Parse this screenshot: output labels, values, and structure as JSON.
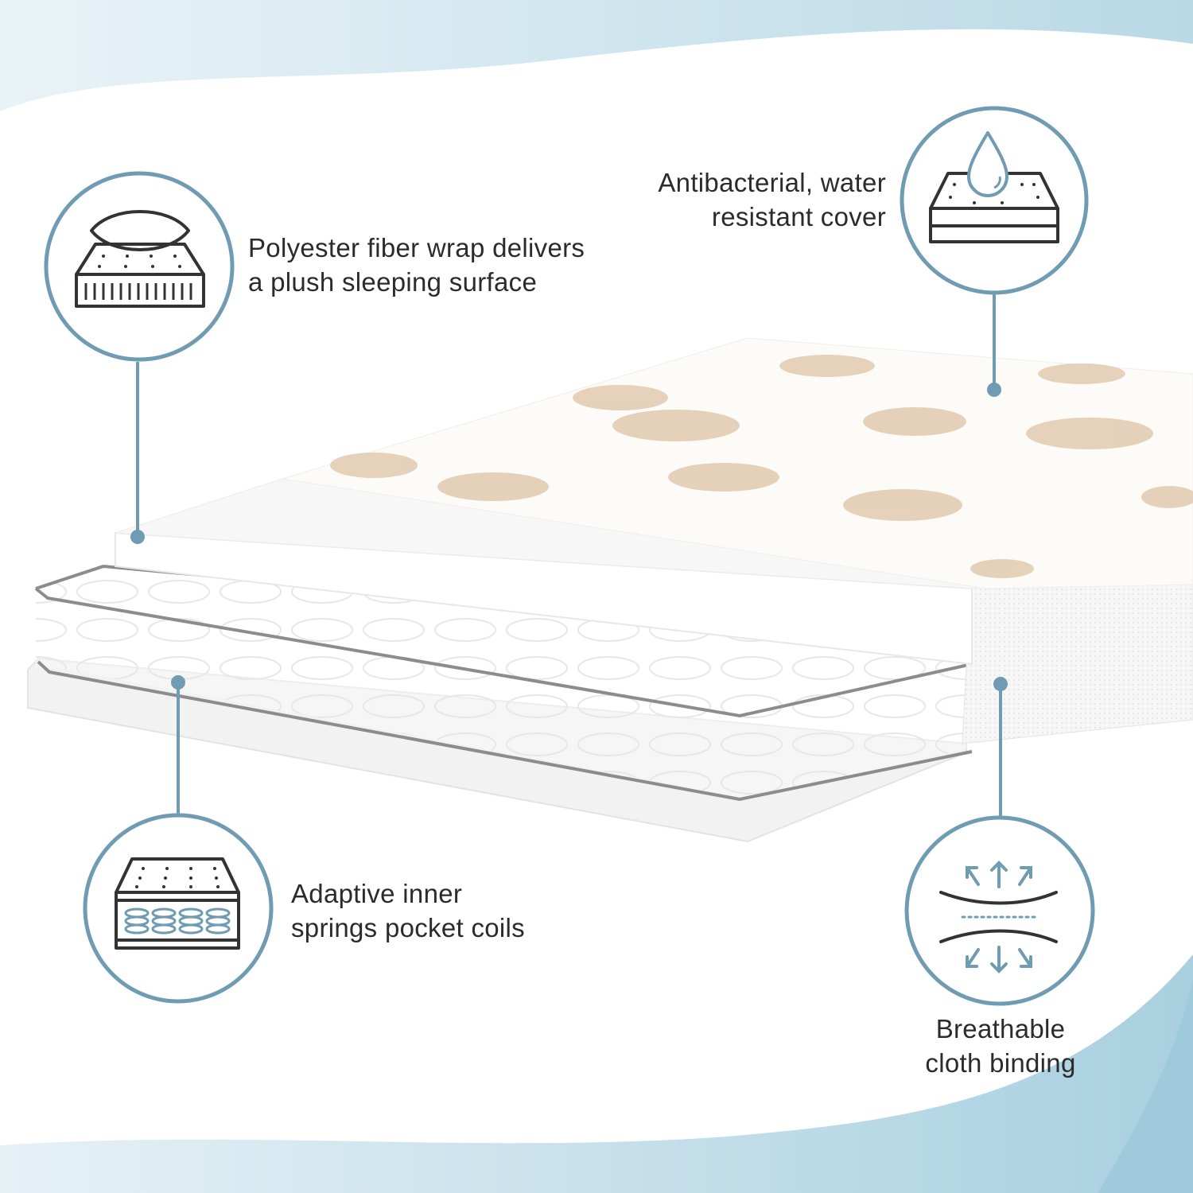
{
  "features": [
    {
      "id": "polyester-wrap",
      "line1": "Polyester fiber wrap delivers",
      "line2": "a plush sleeping surface",
      "icon": "pillow-mattress-icon"
    },
    {
      "id": "cover",
      "line1": "Antibacterial, water",
      "line2": "resistant cover",
      "icon": "water-drop-mattress-icon"
    },
    {
      "id": "springs",
      "line1": "Adaptive inner",
      "line2": "springs pocket coils",
      "icon": "coil-mattress-icon"
    },
    {
      "id": "binding",
      "line1": "Breathable",
      "line2": "cloth binding",
      "icon": "airflow-arrows-icon"
    }
  ],
  "colors": {
    "accent": "#6f9cb2",
    "wave": "#cfe5ee",
    "icon_stroke": "#333333",
    "text": "#2b2b2b"
  }
}
